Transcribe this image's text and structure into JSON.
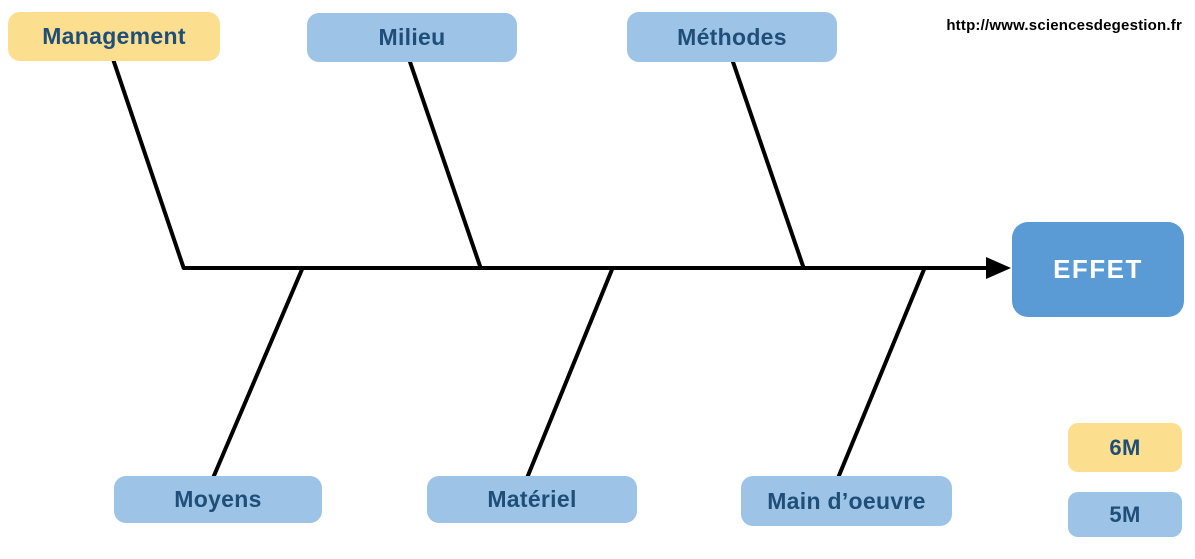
{
  "header": {
    "url": "http://www.sciencesdegestion.fr"
  },
  "diagram": {
    "type": "fishbone-ishikawa",
    "effect": {
      "label": "EFFET"
    },
    "top_causes": [
      {
        "label": "Management",
        "variant": "yellow"
      },
      {
        "label": "Milieu",
        "variant": "blue"
      },
      {
        "label": "Méthodes",
        "variant": "blue"
      }
    ],
    "bottom_causes": [
      {
        "label": "Moyens",
        "variant": "blue"
      },
      {
        "label": "Matériel",
        "variant": "blue"
      },
      {
        "label": "Main d’oeuvre",
        "variant": "blue"
      }
    ],
    "legend": [
      {
        "label": "6M",
        "variant": "yellow"
      },
      {
        "label": "5M",
        "variant": "blue"
      }
    ],
    "colors": {
      "yellow": "#FBDF8F",
      "light_blue": "#9DC3E6",
      "medium_blue": "#5B9BD5",
      "text_dark": "#1F4E79",
      "effect_text": "#FFFFFF",
      "line": "#000000"
    }
  }
}
